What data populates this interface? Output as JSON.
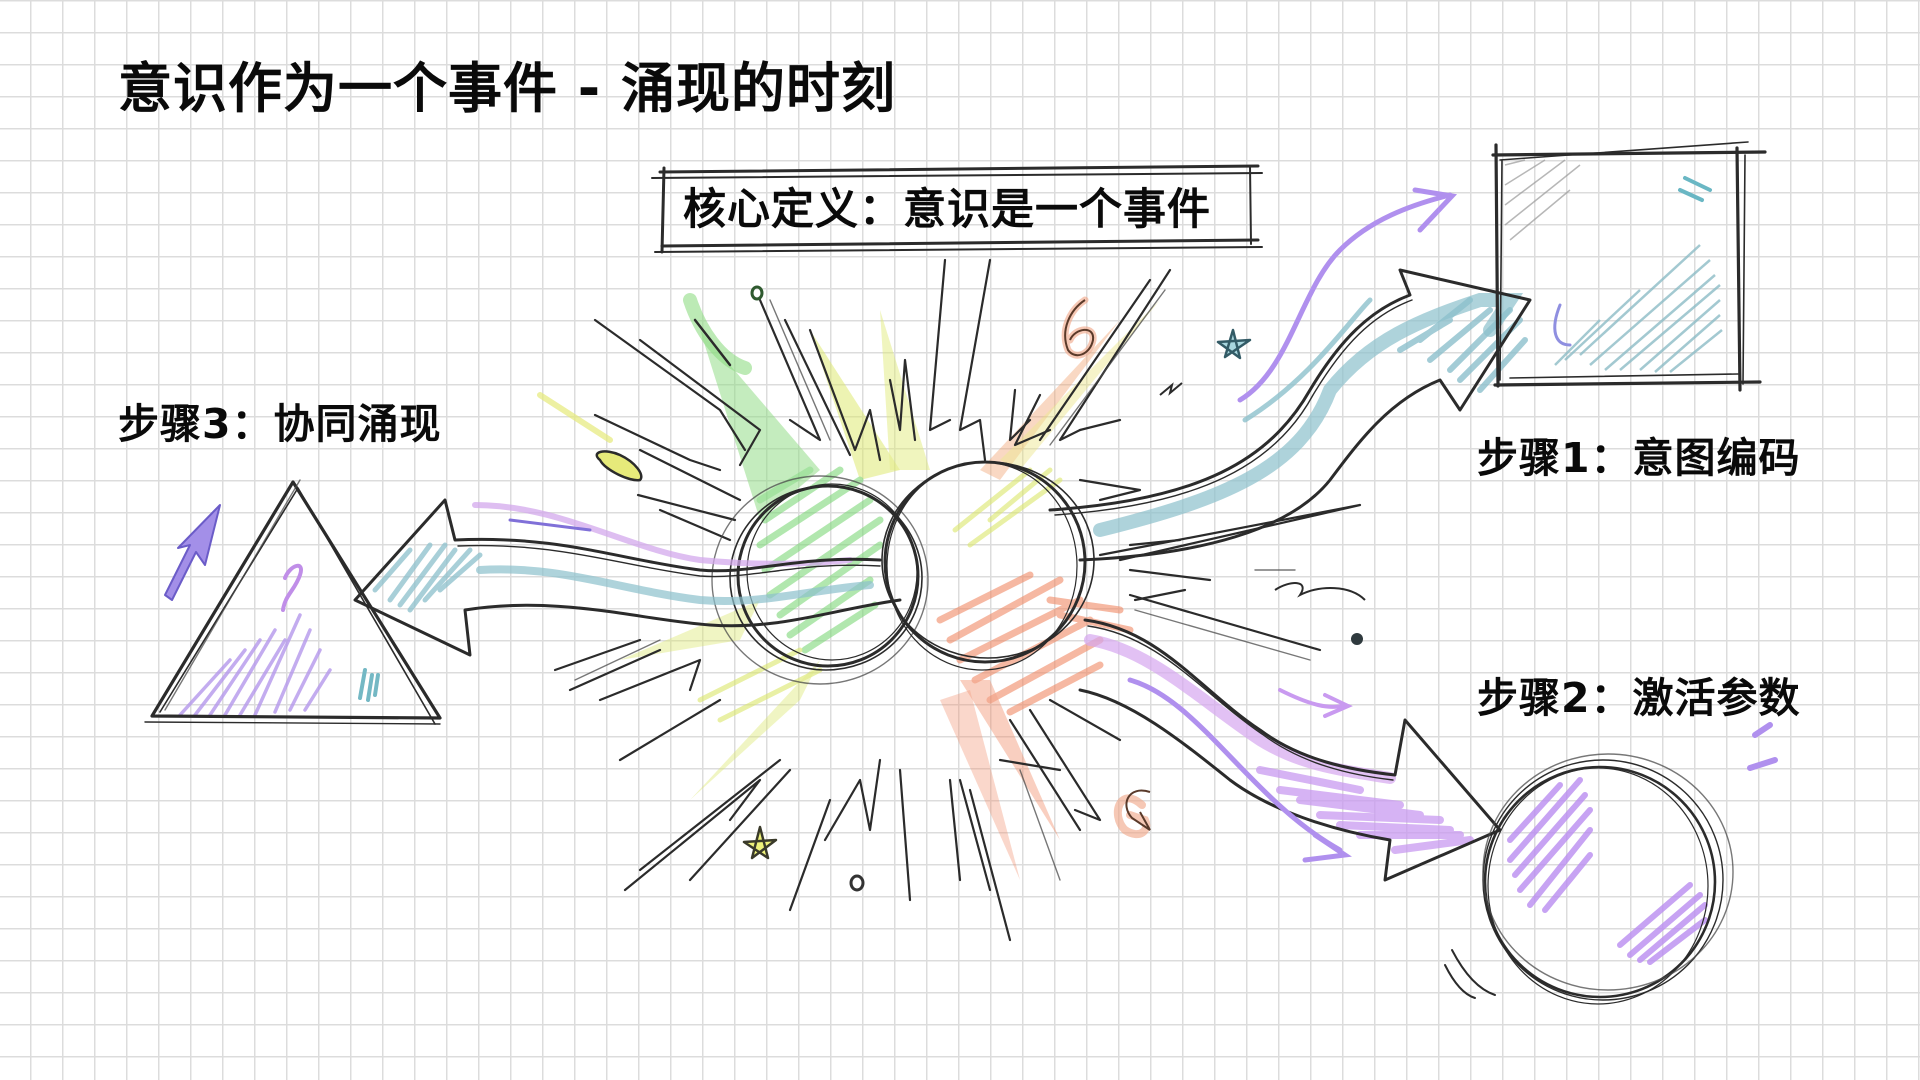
{
  "title": "意识作为一个事件 - 涌现的时刻",
  "core_definition": {
    "label": "核心定义：意识是一个事件"
  },
  "steps": [
    {
      "id": "step-1",
      "label": "步骤1：意图编码",
      "shape": "square",
      "accent": "#8fc3cf"
    },
    {
      "id": "step-2",
      "label": "步骤2：激活参数",
      "shape": "circle",
      "accent": "#b98cf0"
    },
    {
      "id": "step-3",
      "label": "步骤3：协同涌现",
      "shape": "triangle",
      "accent": "#a98be8"
    }
  ],
  "center": {
    "element": "two-overlapping-circles-burst",
    "colors": {
      "green": "#7fd87a",
      "yellow": "#dbe86a",
      "orange": "#f08a66",
      "blue": "#8cc0cc",
      "purple": "#b58df0"
    }
  },
  "palette": {
    "ink": "#2b2b2b",
    "grid": "#dcdcdc",
    "background": "#ffffff"
  }
}
